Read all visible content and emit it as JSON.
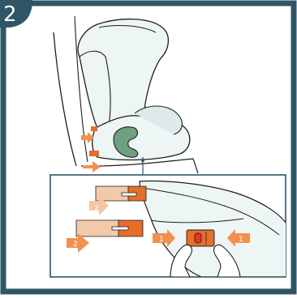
{
  "step": {
    "number": "2",
    "frame_color": "#2f5566",
    "badge_color": "#2f5566"
  },
  "callouts": {
    "push_rear": "2",
    "push_front": "2",
    "release_left": "1",
    "release_right": "1"
  },
  "colors": {
    "seat_fill": "#eef5f5",
    "seat_shade": "#dde9ea",
    "handle_green": "#6fa07f",
    "arrow_orange": "#f0914f",
    "arrow_light": "#f6c5a4",
    "connector_orange": "#e46e2a",
    "connector_light": "#f3c9ab",
    "release_red": "#e8332b",
    "detail_border": "#2f5566",
    "outline": "#1e1e1e"
  },
  "icons": {
    "push_arrow": "arrow-right-icon",
    "release_arrow": "arrow-left-icon",
    "lock_indicator": "release-button-icon"
  }
}
